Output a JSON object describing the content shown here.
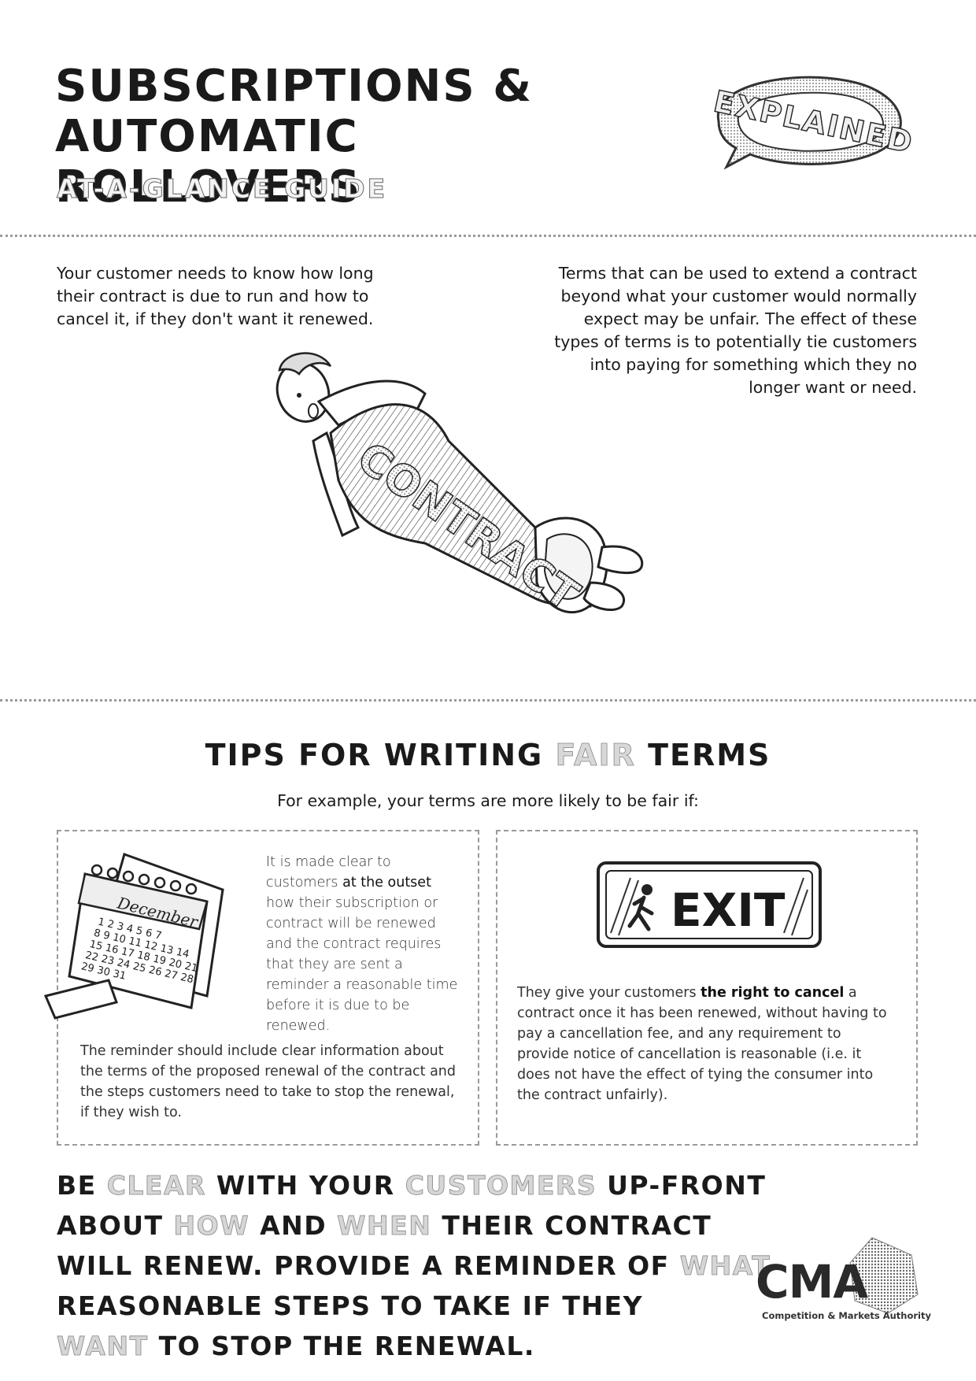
{
  "header": {
    "title_line1": "SUBSCRIPTIONS & AUTOMATIC",
    "title_line2": "ROLLOVERS",
    "badge": "EXPLAINED",
    "subtitle": "AT-A-GLANCE GUIDE"
  },
  "intro": {
    "left": "Your customer needs to know how long their contract is due to run and how to cancel it, if they don't want it renewed.",
    "right": "Terms that can be used to extend a contract beyond what your customer would normally expect may be unfair. The effect of these types of terms is to potentially tie customers into paying for something which they no longer want or need.",
    "illustration_label": "CONTRACT"
  },
  "tips": {
    "heading_part1": "TIPS FOR WRITING",
    "heading_highlight": "FAIR",
    "heading_part2": "TERMS",
    "subheading": "For example, your terms are more likely to be fair if:",
    "card1": {
      "calendar_month": "December",
      "text_before": "It is made clear to customers ",
      "text_bold": "at the outset",
      "text_after": " how their subscription or contract will be renewed and the contract requires that they are sent a reminder a reasonable time before it is due to be renewed.",
      "extra": "The reminder should include clear information about the terms of the proposed renewal of the contract and the steps customers need to take to stop the renewal, if they wish to."
    },
    "card2": {
      "sign_label": "EXIT",
      "text_before": "They give your customers ",
      "text_bold": "the right to cancel",
      "text_after": " a contract once it has been renewed, without having to pay a cancellation fee, and any requirement to provide notice of cancellation is reasonable (i.e. it does not have the effect of tying the consumer into the contract unfairly)."
    }
  },
  "cta": {
    "w1": "BE ",
    "w2": "CLEAR",
    "w3": " WITH YOUR ",
    "w4": "CUSTOMERS",
    "w5": " UP-FRONT",
    "w6": "ABOUT ",
    "w7": "HOW",
    "w8": " AND ",
    "w9": "WHEN",
    "w10": " THEIR CONTRACT",
    "w11": "WILL RENEW. PROVIDE A REMINDER OF ",
    "w12": "WHAT",
    "w13": "REASONABLE STEPS TO TAKE IF THEY",
    "w14": "WANT",
    "w15": " TO STOP THE RENEWAL."
  },
  "logo": {
    "letters": "CMA",
    "subtitle": "Competition & Markets Authority"
  }
}
